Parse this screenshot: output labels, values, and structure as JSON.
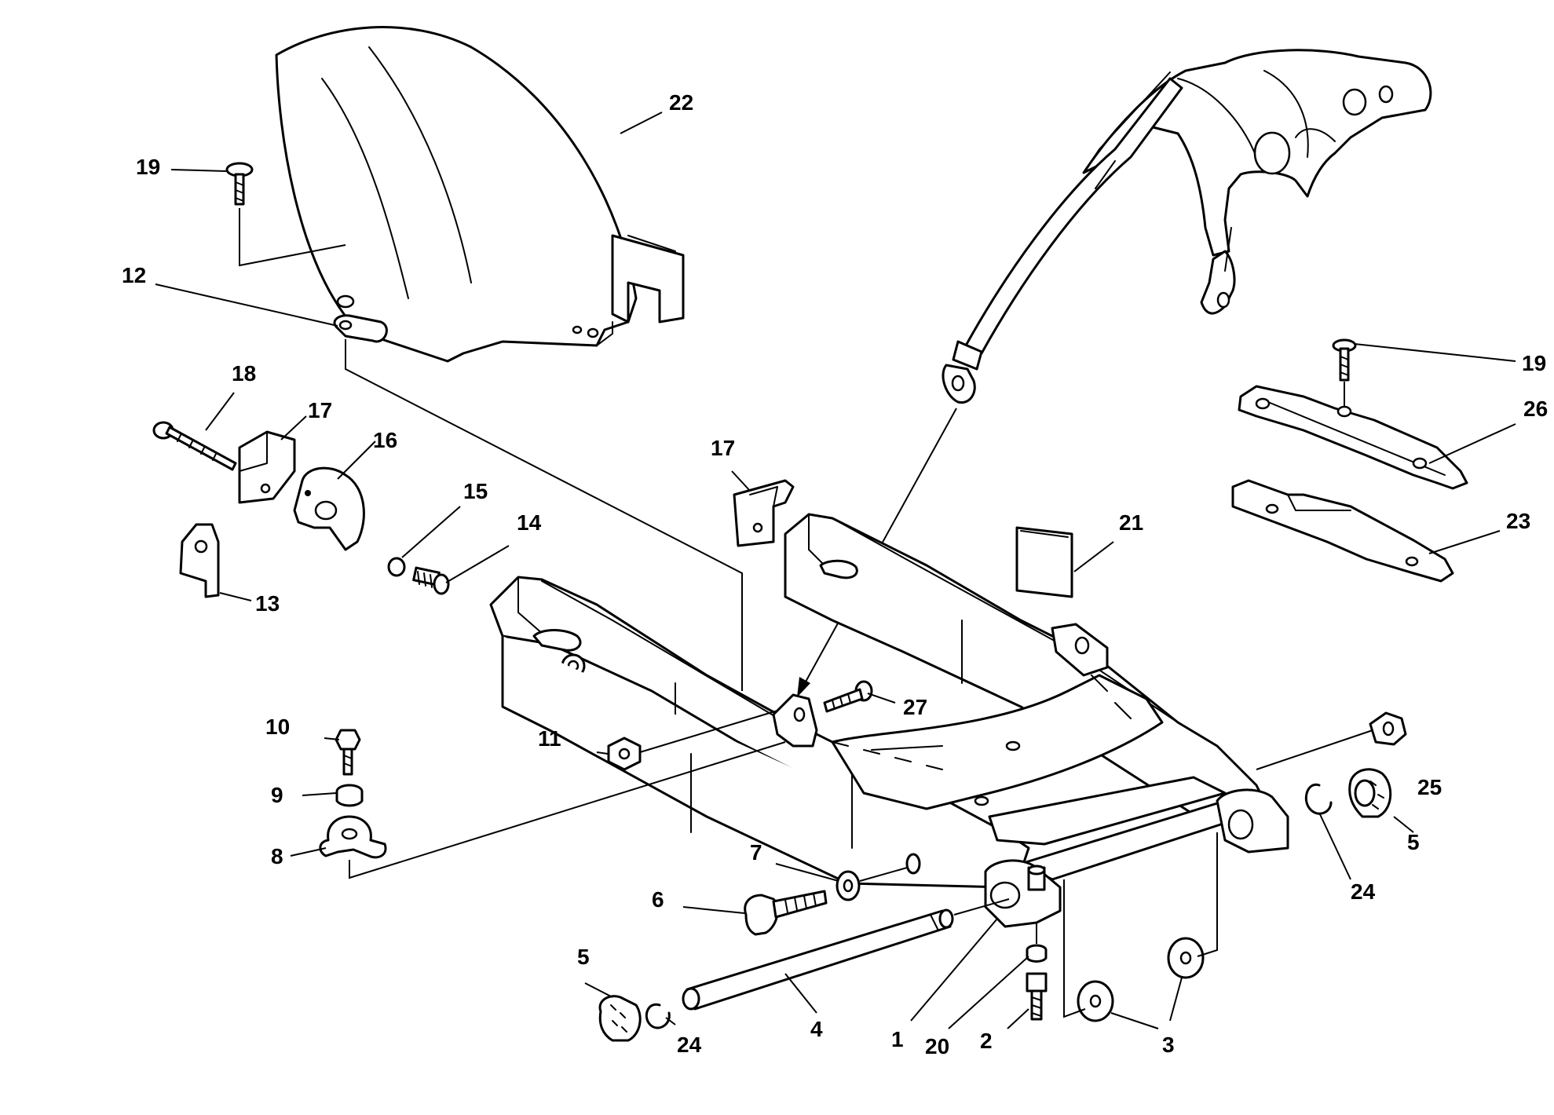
{
  "callouts": [
    {
      "id": "c1",
      "label": "1"
    },
    {
      "id": "c2",
      "label": "2"
    },
    {
      "id": "c3",
      "label": "3"
    },
    {
      "id": "c4",
      "label": "4"
    },
    {
      "id": "c5a",
      "label": "5"
    },
    {
      "id": "c5b",
      "label": "5"
    },
    {
      "id": "c6",
      "label": "6"
    },
    {
      "id": "c7",
      "label": "7"
    },
    {
      "id": "c8",
      "label": "8"
    },
    {
      "id": "c9",
      "label": "9"
    },
    {
      "id": "c10",
      "label": "10"
    },
    {
      "id": "c11",
      "label": "11"
    },
    {
      "id": "c12",
      "label": "12"
    },
    {
      "id": "c13",
      "label": "13"
    },
    {
      "id": "c14",
      "label": "14"
    },
    {
      "id": "c15",
      "label": "15"
    },
    {
      "id": "c16",
      "label": "16"
    },
    {
      "id": "c17a",
      "label": "17"
    },
    {
      "id": "c17b",
      "label": "17"
    },
    {
      "id": "c18",
      "label": "18"
    },
    {
      "id": "c19a",
      "label": "19"
    },
    {
      "id": "c19b",
      "label": "19"
    },
    {
      "id": "c20",
      "label": "20"
    },
    {
      "id": "c21",
      "label": "21"
    },
    {
      "id": "c22",
      "label": "22"
    },
    {
      "id": "c23",
      "label": "23"
    },
    {
      "id": "c24a",
      "label": "24"
    },
    {
      "id": "c24b",
      "label": "24"
    },
    {
      "id": "c25",
      "label": "25"
    },
    {
      "id": "c26",
      "label": "26"
    },
    {
      "id": "c27",
      "label": "27"
    }
  ],
  "colors": {
    "line": "#000000",
    "background": "#ffffff"
  }
}
